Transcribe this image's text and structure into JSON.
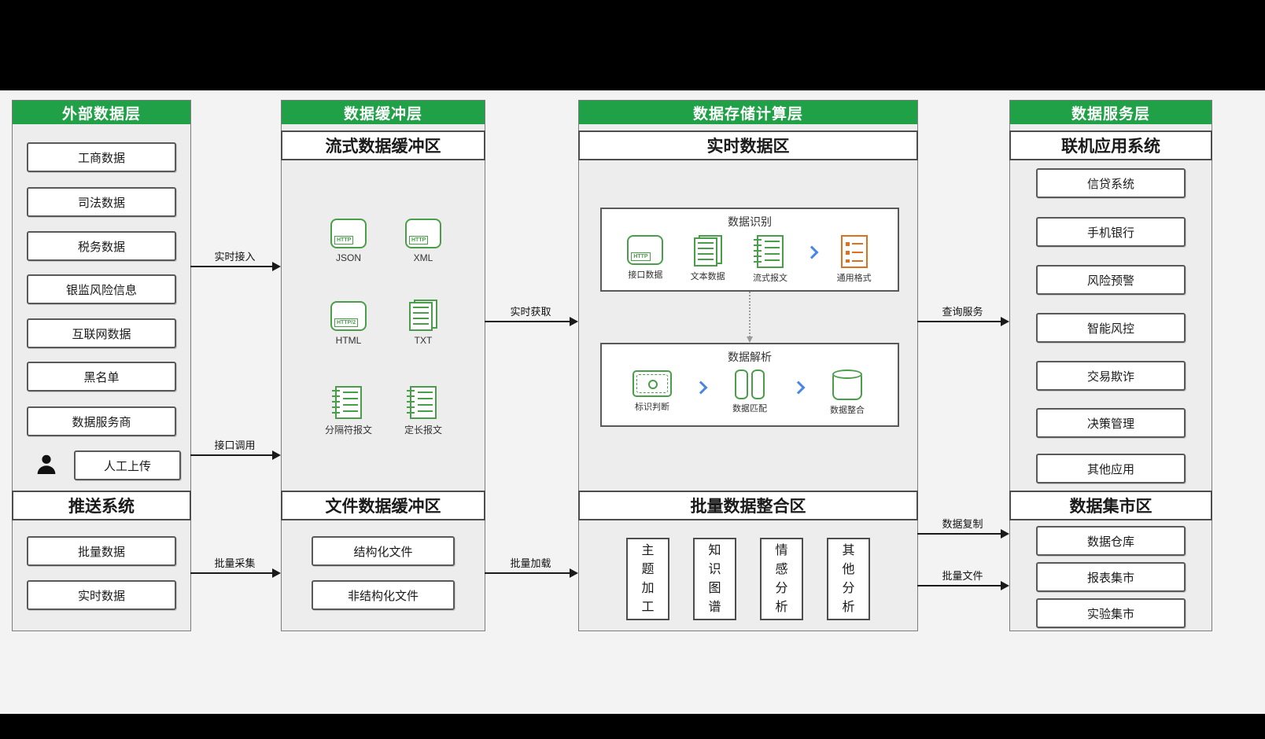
{
  "diagram": {
    "layer1": {
      "header": "外部数据层",
      "items": [
        "工商数据",
        "司法数据",
        "税务数据",
        "银监风险信息",
        "互联网数据",
        "黑名单",
        "数据服务商"
      ],
      "manual_upload": "人工上传",
      "push_header": "推送系统",
      "push_items": [
        "批量数据",
        "实时数据"
      ]
    },
    "layer2": {
      "header": "数据缓冲层",
      "stream_title": "流式数据缓冲区",
      "stream_icons": [
        {
          "label": "JSON",
          "badge": "HTTP"
        },
        {
          "label": "XML",
          "badge": "HTTP"
        },
        {
          "label": "HTML",
          "badge": "HTTP/2"
        },
        {
          "label": "TXT"
        },
        {
          "label": "分隔符报文"
        },
        {
          "label": "定长报文"
        }
      ],
      "file_title": "文件数据缓冲区",
      "file_items": [
        "结构化文件",
        "非结构化文件"
      ]
    },
    "layer3": {
      "header": "数据存储计算层",
      "realtime_title": "实时数据区",
      "recognition_title": "数据识别",
      "recognition_icons": [
        {
          "label": "接口数据",
          "badge": "HTTP"
        },
        {
          "label": "文本数据"
        },
        {
          "label": "流式报文"
        },
        {
          "label": "通用格式"
        }
      ],
      "parsing_title": "数据解析",
      "parsing_icons": [
        {
          "label": "标识判断"
        },
        {
          "label": "数据匹配"
        },
        {
          "label": "数据整合"
        }
      ],
      "batch_title": "批量数据整合区",
      "batch_items": [
        "主题加工",
        "知识图谱",
        "情感分析",
        "其他分析"
      ]
    },
    "layer4": {
      "header": "数据服务层",
      "online_title": "联机应用系统",
      "online_items": [
        "信贷系统",
        "手机银行",
        "风险预警",
        "智能风控",
        "交易欺诈",
        "决策管理",
        "其他应用"
      ],
      "mart_title": "数据集市区",
      "mart_items": [
        "数据仓库",
        "报表集市",
        "实验集市"
      ]
    },
    "arrows": {
      "realtime_access": "实时接入",
      "interface_call": "接口调用",
      "batch_collect": "批量采集",
      "realtime_fetch": "实时获取",
      "batch_load": "批量加载",
      "query_service": "查询服务",
      "data_copy": "数据复制",
      "batch_file": "批量文件"
    },
    "colors": {
      "header_green": "#21a147",
      "icon_green": "#4a9e4a",
      "icon_orange": "#e0701e",
      "chevron_blue": "#4a86e8"
    }
  }
}
